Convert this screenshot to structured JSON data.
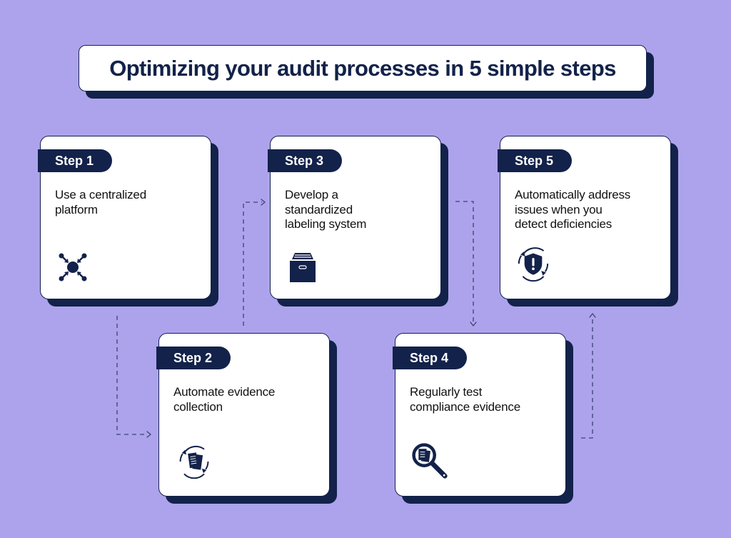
{
  "title": "Optimizing your audit processes in 5 simple steps",
  "colors": {
    "background": "#ADA3EC",
    "navy": "#13224A",
    "card": "#FFFFFF"
  },
  "steps": [
    {
      "badge": "Step 1",
      "text_lines": [
        "Use a centralized",
        "platform"
      ],
      "icon": "centralize-arrows-icon"
    },
    {
      "badge": "Step 2",
      "text_lines": [
        "Automate evidence",
        "collection"
      ],
      "icon": "document-sync-icon"
    },
    {
      "badge": "Step 3",
      "text_lines": [
        "Develop a",
        "standardized",
        "labeling system"
      ],
      "icon": "file-drawer-icon"
    },
    {
      "badge": "Step 4",
      "text_lines": [
        "Regularly test",
        "compliance evidence"
      ],
      "icon": "magnifier-document-icon"
    },
    {
      "badge": "Step 5",
      "text_lines": [
        "Automatically address",
        "issues when you",
        "detect deficiencies"
      ],
      "icon": "shield-alert-sync-icon"
    }
  ],
  "connectors": [
    {
      "from": "Step 1",
      "to": "Step 2"
    },
    {
      "from": "Step 2",
      "to": "Step 3"
    },
    {
      "from": "Step 3",
      "to": "Step 4"
    },
    {
      "from": "Step 4",
      "to": "Step 5"
    }
  ]
}
